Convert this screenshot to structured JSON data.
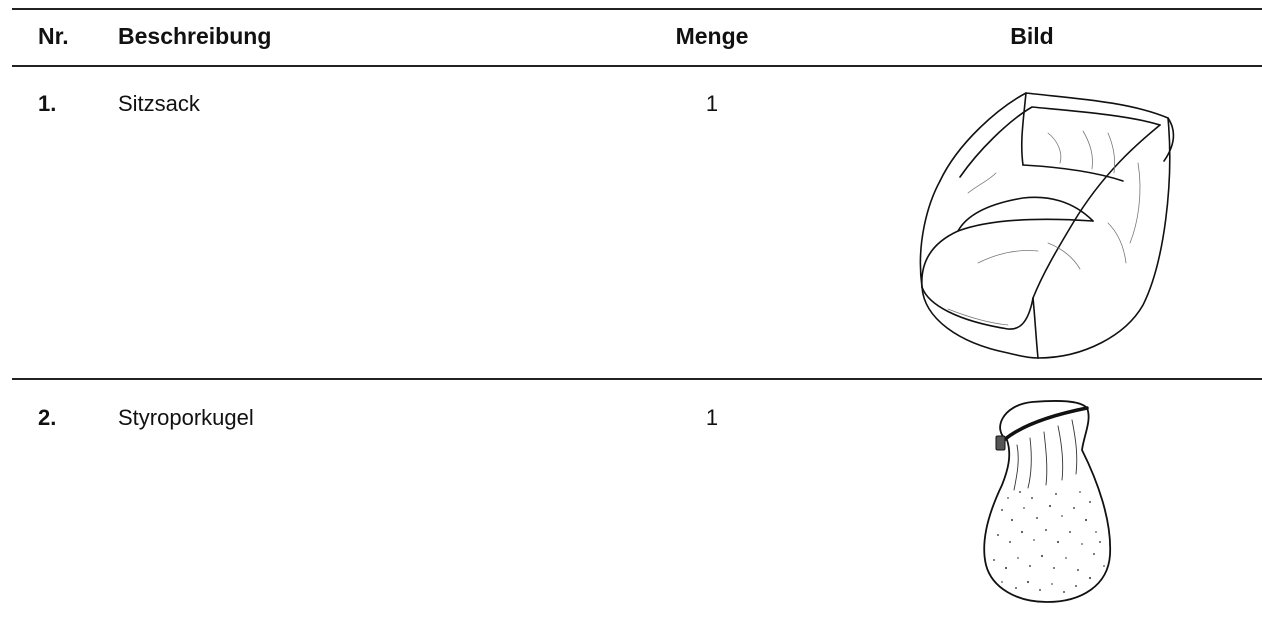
{
  "table": {
    "headers": {
      "nr": "Nr.",
      "description": "Beschreibung",
      "quantity": "Menge",
      "image": "Bild"
    },
    "rows": [
      {
        "nr": "1.",
        "description": "Sitzsack",
        "quantity": "1",
        "image_icon": "bean-bag-chair-icon"
      },
      {
        "nr": "2.",
        "description": "Styroporkugel",
        "quantity": "1",
        "image_icon": "polystyrene-bead-bag-icon"
      }
    ]
  }
}
